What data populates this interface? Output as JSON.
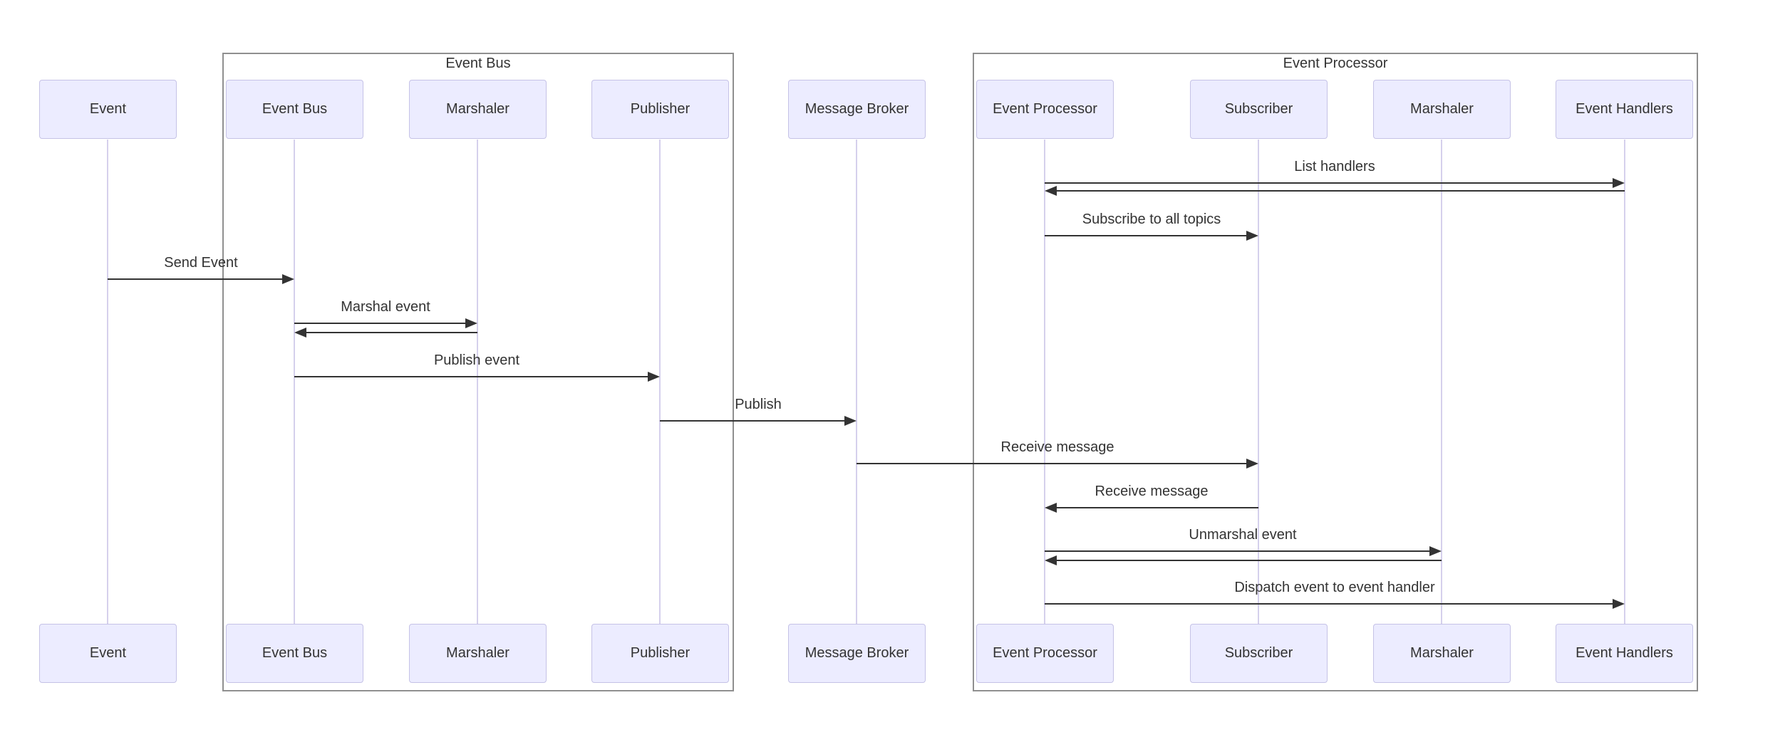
{
  "diagram": {
    "type": "sequence",
    "frames": [
      {
        "title": "Event Bus",
        "members": [
          "Event Bus",
          "Marshaler",
          "Publisher"
        ]
      },
      {
        "title": "Event Processor",
        "members": [
          "Event Processor",
          "Subscriber",
          "Marshaler",
          "Event Handlers"
        ]
      }
    ],
    "actors": [
      {
        "label": "Event"
      },
      {
        "label": "Event Bus"
      },
      {
        "label": "Marshaler"
      },
      {
        "label": "Publisher"
      },
      {
        "label": "Message Broker"
      },
      {
        "label": "Event Processor"
      },
      {
        "label": "Subscriber"
      },
      {
        "label": "Marshaler"
      },
      {
        "label": "Event Handlers"
      }
    ],
    "messages": [
      {
        "label": "List handlers",
        "from": "Event Processor",
        "to": "Event Handlers",
        "has_return": true
      },
      {
        "label": "Subscribe to all topics",
        "from": "Event Processor",
        "to": "Subscriber",
        "has_return": false
      },
      {
        "label": "Send Event",
        "from": "Event",
        "to": "Event Bus",
        "has_return": false
      },
      {
        "label": "Marshal event",
        "from": "Event Bus",
        "to": "Marshaler",
        "has_return": true
      },
      {
        "label": "Publish event",
        "from": "Event Bus",
        "to": "Publisher",
        "has_return": false
      },
      {
        "label": "Publish",
        "from": "Publisher",
        "to": "Message Broker",
        "has_return": false
      },
      {
        "label": "Receive message",
        "from": "Message Broker",
        "to": "Subscriber",
        "has_return": false
      },
      {
        "label": "Receive message",
        "from": "Subscriber",
        "to": "Event Processor",
        "has_return": false
      },
      {
        "label": "Unmarshal event",
        "from": "Event Processor",
        "to": "Marshaler",
        "has_return": true
      },
      {
        "label": "Dispatch event to event handler",
        "from": "Event Processor",
        "to": "Event Handlers",
        "has_return": false
      }
    ],
    "colors": {
      "actor_fill": "#ececff",
      "actor_border": "#c5c2e6",
      "lifeline": "#d5d0ec",
      "frame_border": "#8f8f8f",
      "text": "#333333",
      "arrow": "#333333"
    }
  }
}
